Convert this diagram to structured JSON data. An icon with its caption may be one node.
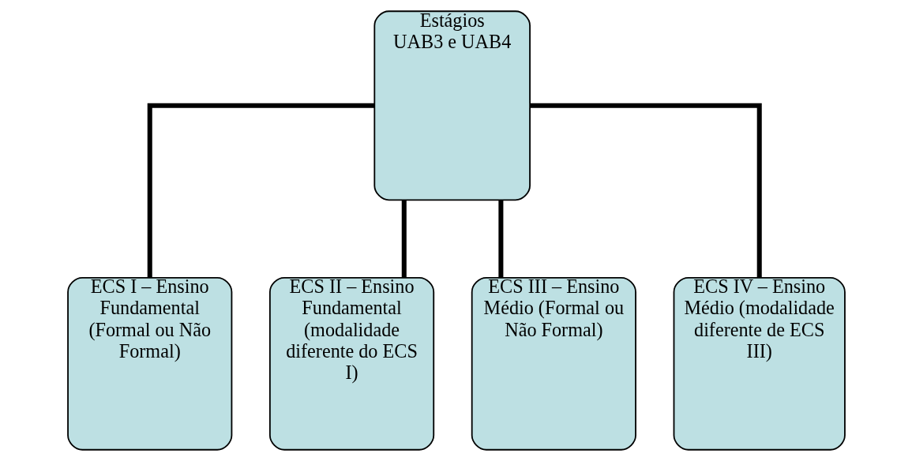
{
  "diagram": {
    "nodes": [
      {
        "text": [
          "Estágios UAB3 e UAB4"
        ]
      },
      {
        "text": [
          "ECS I – Ensino Fundamental (Formal ou Não Formal)"
        ]
      },
      {
        "text": [
          "ECS II – Ensino Fundamental (modalidade diferente do ECS I)"
        ]
      },
      {
        "text": [
          "ECS III – Ensino Médio (Formal ou Não Formal)"
        ]
      },
      {
        "text": [
          "ECS IV – Ensino Médio (modalidade diferente de ECS III)"
        ]
      }
    ],
    "edges": [
      {
        "from": 0,
        "to": 1,
        "arrow": "none"
      },
      {
        "from": 0,
        "to": 2,
        "arrow": "none"
      },
      {
        "from": 0,
        "to": 3,
        "arrow": "none"
      },
      {
        "from": 0,
        "to": 4,
        "arrow": "none"
      }
    ]
  }
}
